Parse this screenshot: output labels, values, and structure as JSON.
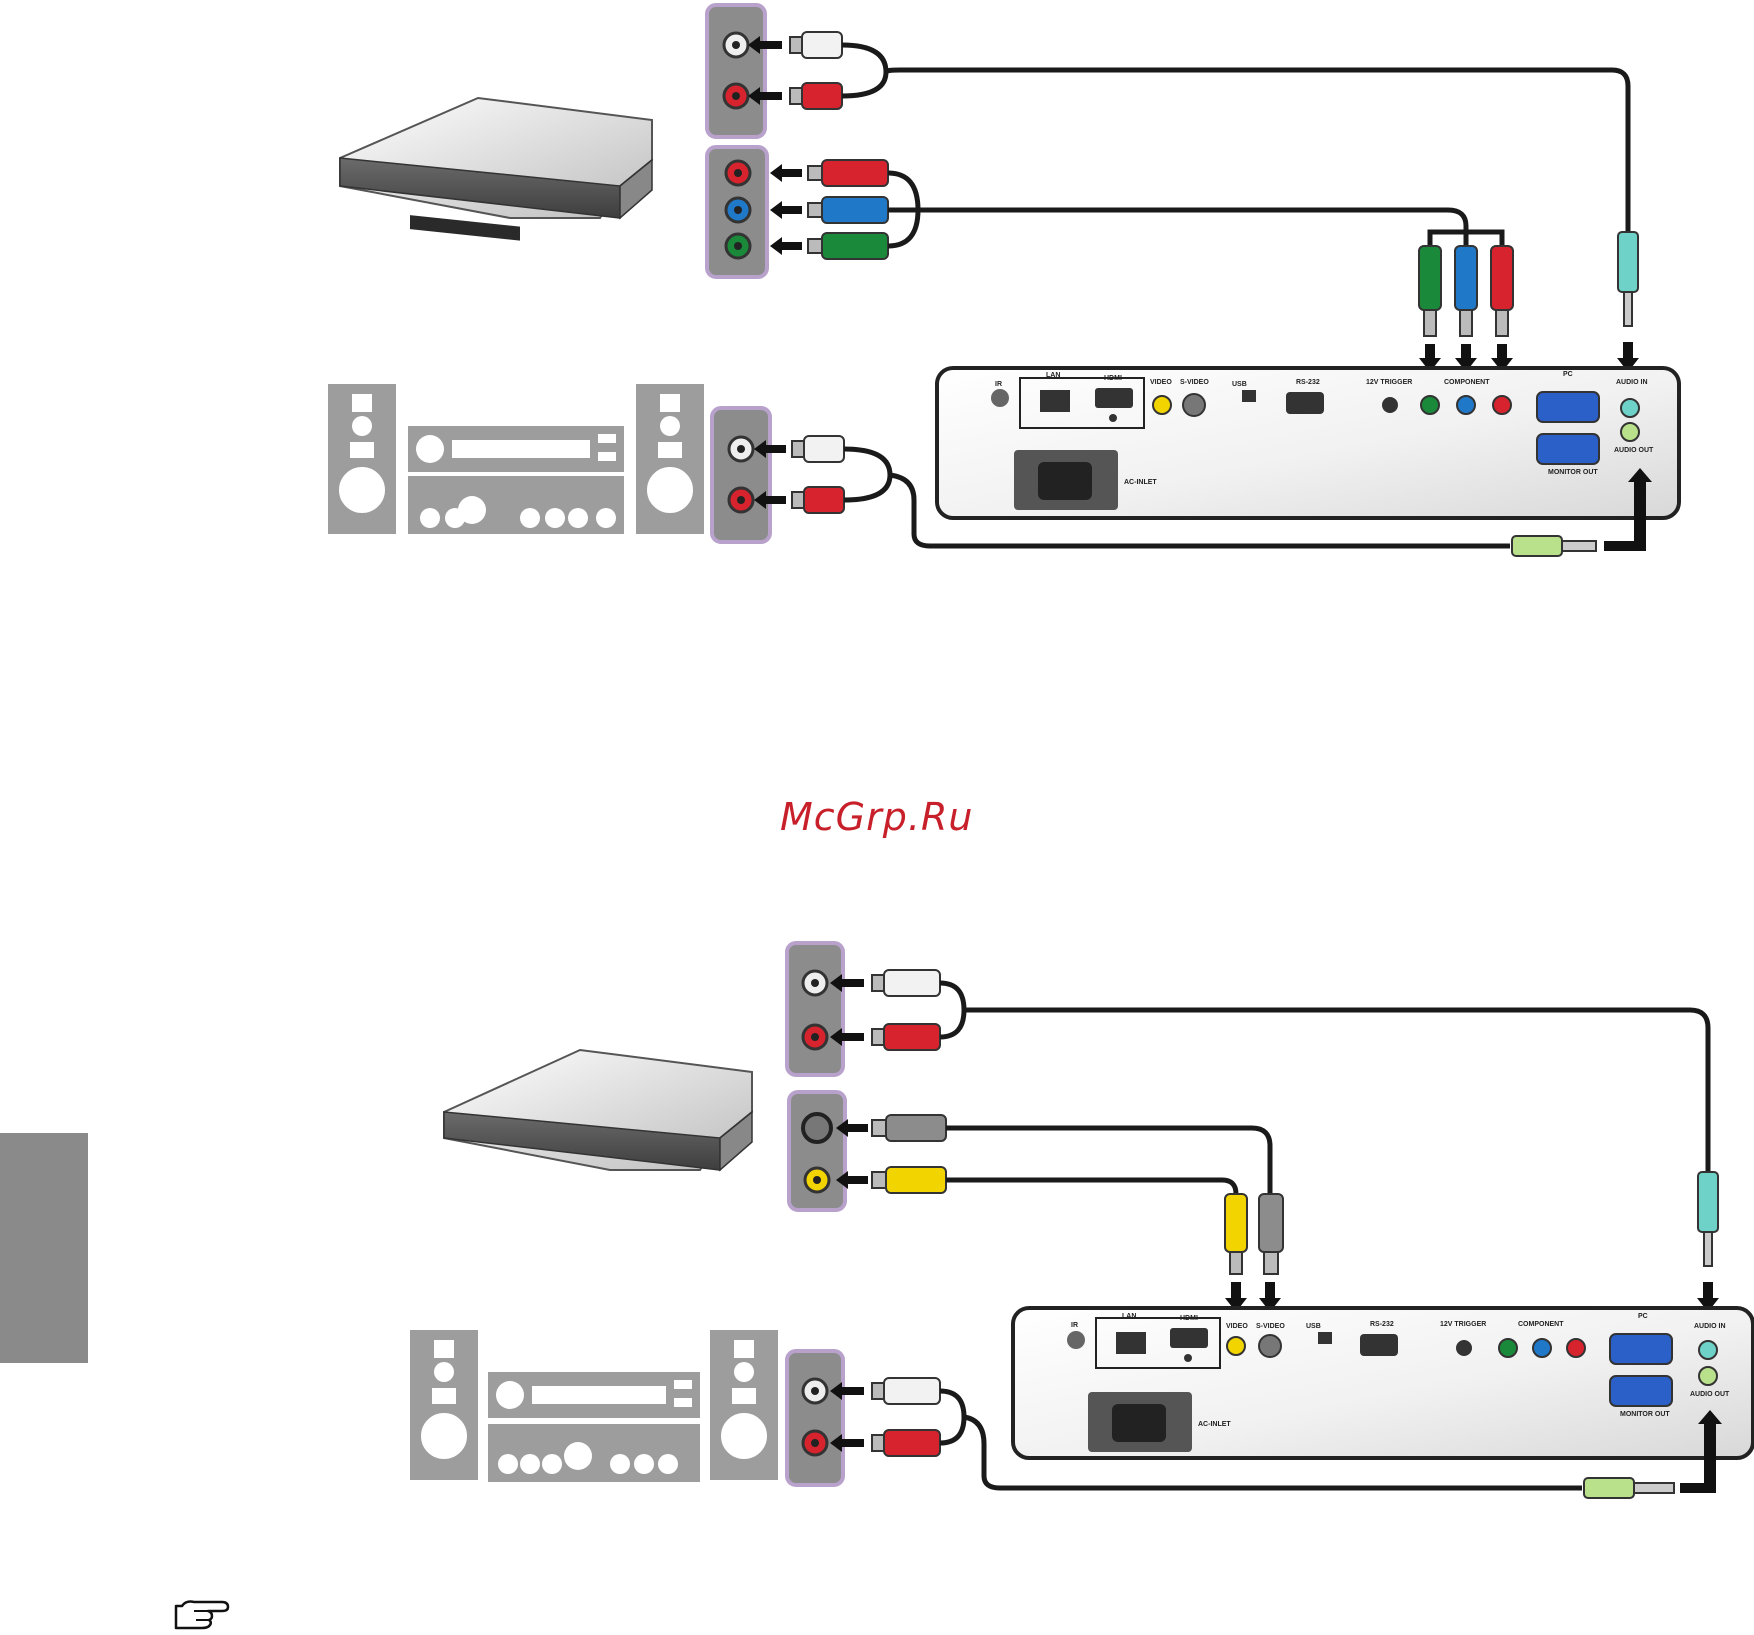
{
  "watermark": "McGrp.Ru",
  "projector_ports": {
    "ir": "IR",
    "lan": "LAN",
    "hdmi": "HDMI",
    "video": "VIDEO",
    "svideo": "S-VIDEO",
    "usb": "USB",
    "rs232": "RS-232",
    "trigger": "12V TRIGGER",
    "component": "COMPONENT",
    "pc": "PC",
    "monitor_out": "MONITOR OUT",
    "audio_in": "AUDIO IN",
    "audio_out": "AUDIO OUT",
    "ac_inlet": "AC-INLET"
  },
  "colors": {
    "panel_border": "#b8a2cc",
    "panel_fill": "#8c8c8c",
    "rca_red": "#d6232e",
    "rca_white": "#f2f2f2",
    "comp_green": "#1a8a3a",
    "comp_blue": "#1f78c8",
    "video_yellow": "#f1d400",
    "audio_in_teal": "#6fd2c8",
    "audio_out_green": "#b9e08a",
    "cable": "#1a1a1a",
    "side_tab": "#8a8a8a"
  },
  "icons": [
    "hand-point-icon"
  ]
}
